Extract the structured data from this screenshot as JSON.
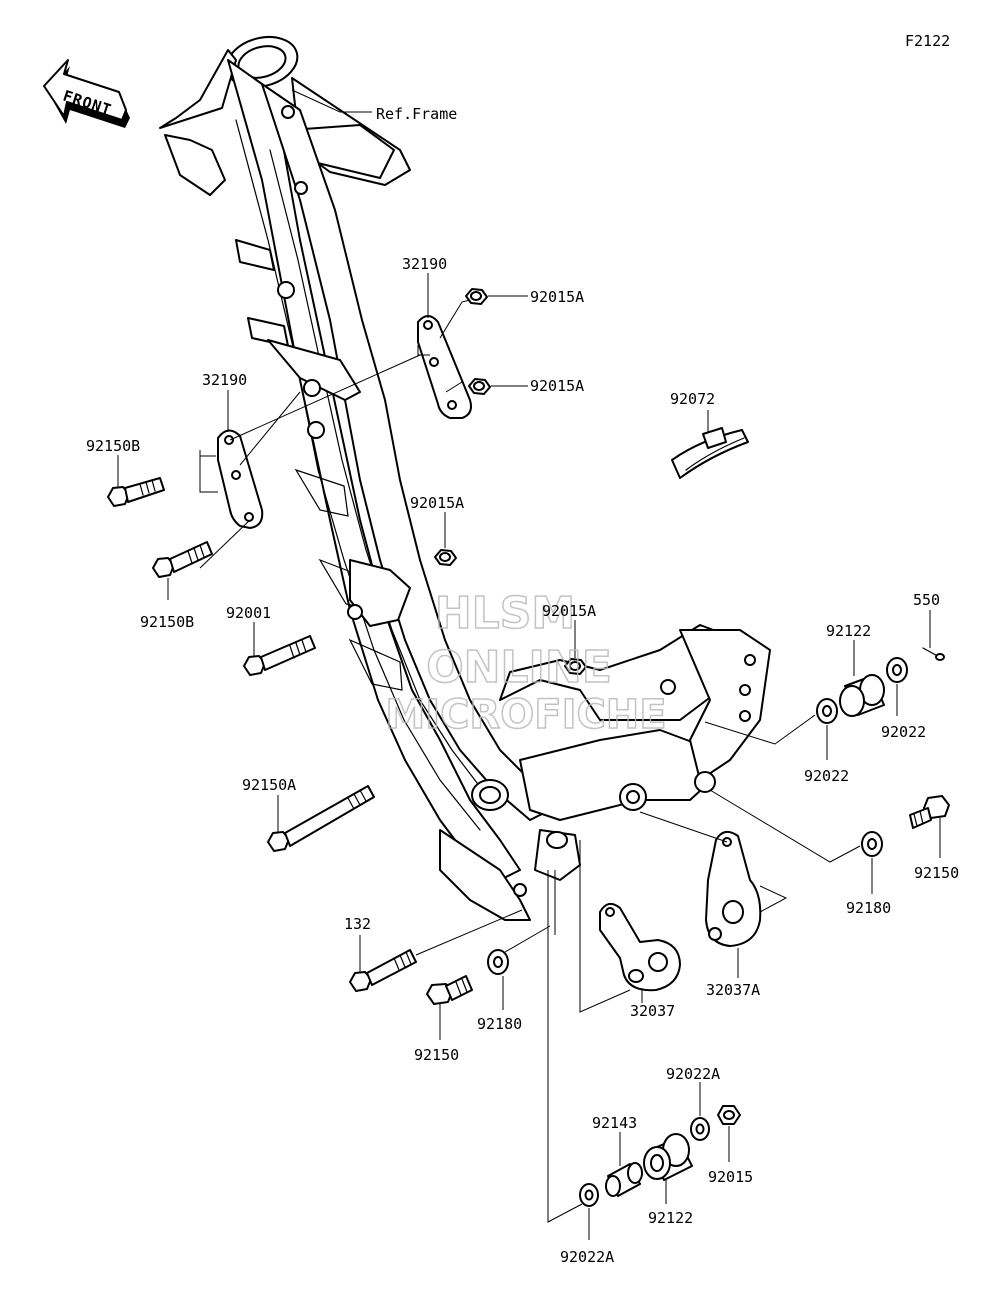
{
  "diagram_code": "F2122",
  "front_label": "FRONT",
  "watermark": {
    "line1": "HLSM",
    "line2": "ONLINE",
    "line3": "MICROFICHE"
  },
  "labels": [
    {
      "id": "ref-frame",
      "text": "Ref.Frame"
    },
    {
      "id": "32190-a",
      "text": "32190"
    },
    {
      "id": "32190-b",
      "text": "32190"
    },
    {
      "id": "92015A-a",
      "text": "92015A"
    },
    {
      "id": "92015A-b",
      "text": "92015A"
    },
    {
      "id": "92015A-c",
      "text": "92015A"
    },
    {
      "id": "92015A-d",
      "text": "92015A"
    },
    {
      "id": "92072",
      "text": "92072"
    },
    {
      "id": "92150B-a",
      "text": "92150B"
    },
    {
      "id": "92150B-b",
      "text": "92150B"
    },
    {
      "id": "92001",
      "text": "92001"
    },
    {
      "id": "550",
      "text": "550"
    },
    {
      "id": "92122-a",
      "text": "92122"
    },
    {
      "id": "92022-a",
      "text": "92022"
    },
    {
      "id": "92022-b",
      "text": "92022"
    },
    {
      "id": "92150A",
      "text": "92150A"
    },
    {
      "id": "92150-a",
      "text": "92150"
    },
    {
      "id": "92180-a",
      "text": "92180"
    },
    {
      "id": "132",
      "text": "132"
    },
    {
      "id": "92150-b",
      "text": "92150"
    },
    {
      "id": "92180-b",
      "text": "92180"
    },
    {
      "id": "32037",
      "text": "32037"
    },
    {
      "id": "32037A",
      "text": "32037A"
    },
    {
      "id": "92022A-a",
      "text": "92022A"
    },
    {
      "id": "92143",
      "text": "92143"
    },
    {
      "id": "92015",
      "text": "92015"
    },
    {
      "id": "92122-b",
      "text": "92122"
    },
    {
      "id": "92022A-b",
      "text": "92022A"
    }
  ]
}
